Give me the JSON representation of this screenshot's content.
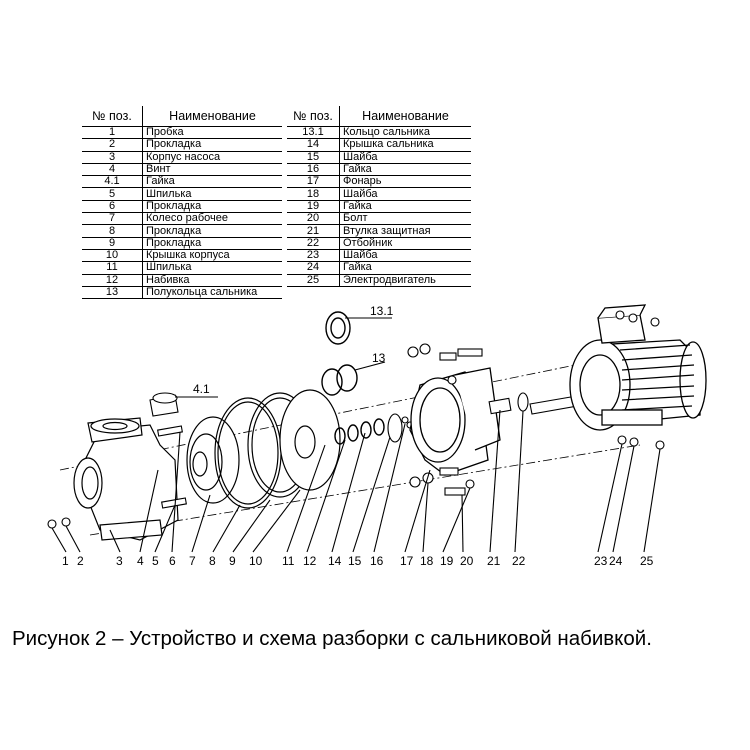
{
  "table_left": {
    "header": {
      "num": "№ поз.",
      "name": "Наименование"
    },
    "rows": [
      {
        "num": "1",
        "name": "Пробка"
      },
      {
        "num": "2",
        "name": "Прокладка"
      },
      {
        "num": "3",
        "name": "Корпус насоса"
      },
      {
        "num": "4",
        "name": "Винт"
      },
      {
        "num": "4.1",
        "name": "Гайка"
      },
      {
        "num": "5",
        "name": "Шпилька"
      },
      {
        "num": "6",
        "name": "Прокладка"
      },
      {
        "num": "7",
        "name": "Колесо рабочее"
      },
      {
        "num": "8",
        "name": "Прокладка"
      },
      {
        "num": "9",
        "name": "Прокладка"
      },
      {
        "num": "10",
        "name": "Крышка корпуса"
      },
      {
        "num": "11",
        "name": "Шпилька"
      },
      {
        "num": "12",
        "name": "Набивка"
      },
      {
        "num": "13",
        "name": "Полукольца сальника"
      }
    ]
  },
  "table_right": {
    "header": {
      "num": "№ поз.",
      "name": "Наименование"
    },
    "rows": [
      {
        "num": "13.1",
        "name": "Кольцо сальника"
      },
      {
        "num": "14",
        "name": "Крышка сальника"
      },
      {
        "num": "15",
        "name": "Шайба"
      },
      {
        "num": "16",
        "name": "Гайка"
      },
      {
        "num": "17",
        "name": "Фонарь"
      },
      {
        "num": "18",
        "name": "Шайба"
      },
      {
        "num": "19",
        "name": "Гайка"
      },
      {
        "num": "20",
        "name": "Болт"
      },
      {
        "num": "21",
        "name": "Втулка защитная"
      },
      {
        "num": "22",
        "name": "Отбойник"
      },
      {
        "num": "23",
        "name": "Шайба"
      },
      {
        "num": "24",
        "name": "Гайка"
      },
      {
        "num": "25",
        "name": "Электродвигатель"
      }
    ]
  },
  "callouts": {
    "bottom": [
      "1",
      "2",
      "3",
      "4",
      "5",
      "6",
      "7",
      "8",
      "9",
      "10",
      "11",
      "12",
      "14",
      "15",
      "16",
      "17",
      "18",
      "19",
      "20",
      "21",
      "22",
      "23",
      "24",
      "25"
    ],
    "c4_1": "4.1",
    "c13": "13",
    "c13_1": "13.1"
  },
  "caption": "Рисунок 2 – Устройство и схема разборки с сальниковой набивкой."
}
